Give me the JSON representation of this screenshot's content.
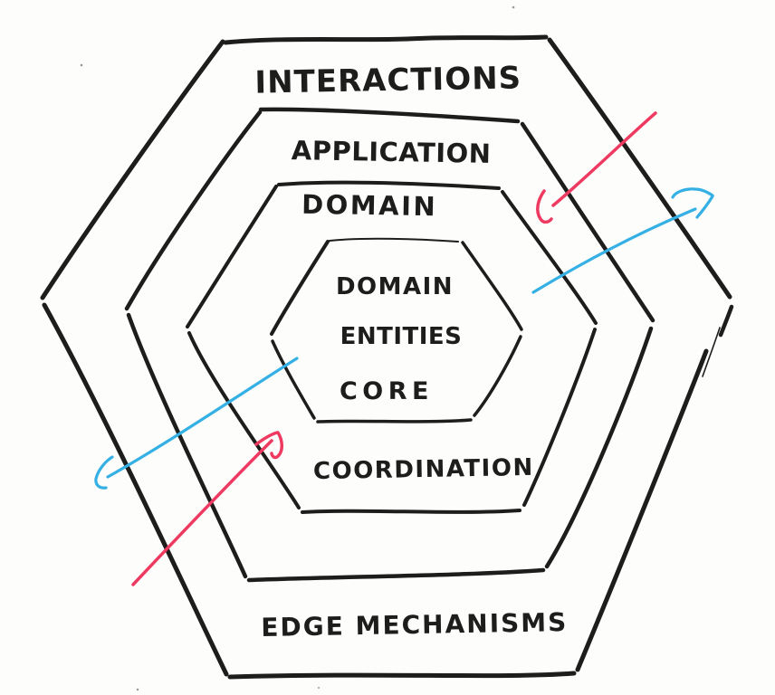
{
  "diagram": {
    "kind": "hand-drawn nested hexagon architecture sketch",
    "rings": {
      "ring1_top": "INTERACTIONS",
      "ring2_top": "APPLICATION",
      "ring3_top": "DOMAIN",
      "ring3_bottom": "COORDINATION",
      "ring1_bottom": "EDGE MECHANISMS"
    },
    "core": {
      "line1": "DOMAIN",
      "line2": "ENTITIES",
      "line3": "CORE"
    },
    "arrows": {
      "top_right_pink": {
        "color": "pink",
        "direction": "inward"
      },
      "top_right_blue": {
        "color": "blue",
        "direction": "outward"
      },
      "bottom_left_blue": {
        "color": "blue",
        "direction": "outward"
      },
      "bottom_left_pink": {
        "color": "pink",
        "direction": "inward"
      }
    }
  },
  "colors": {
    "ink": "#1d1d1b",
    "pink": "#ee3a60",
    "blue": "#35b0e5",
    "paper": "#fdfdfb"
  }
}
